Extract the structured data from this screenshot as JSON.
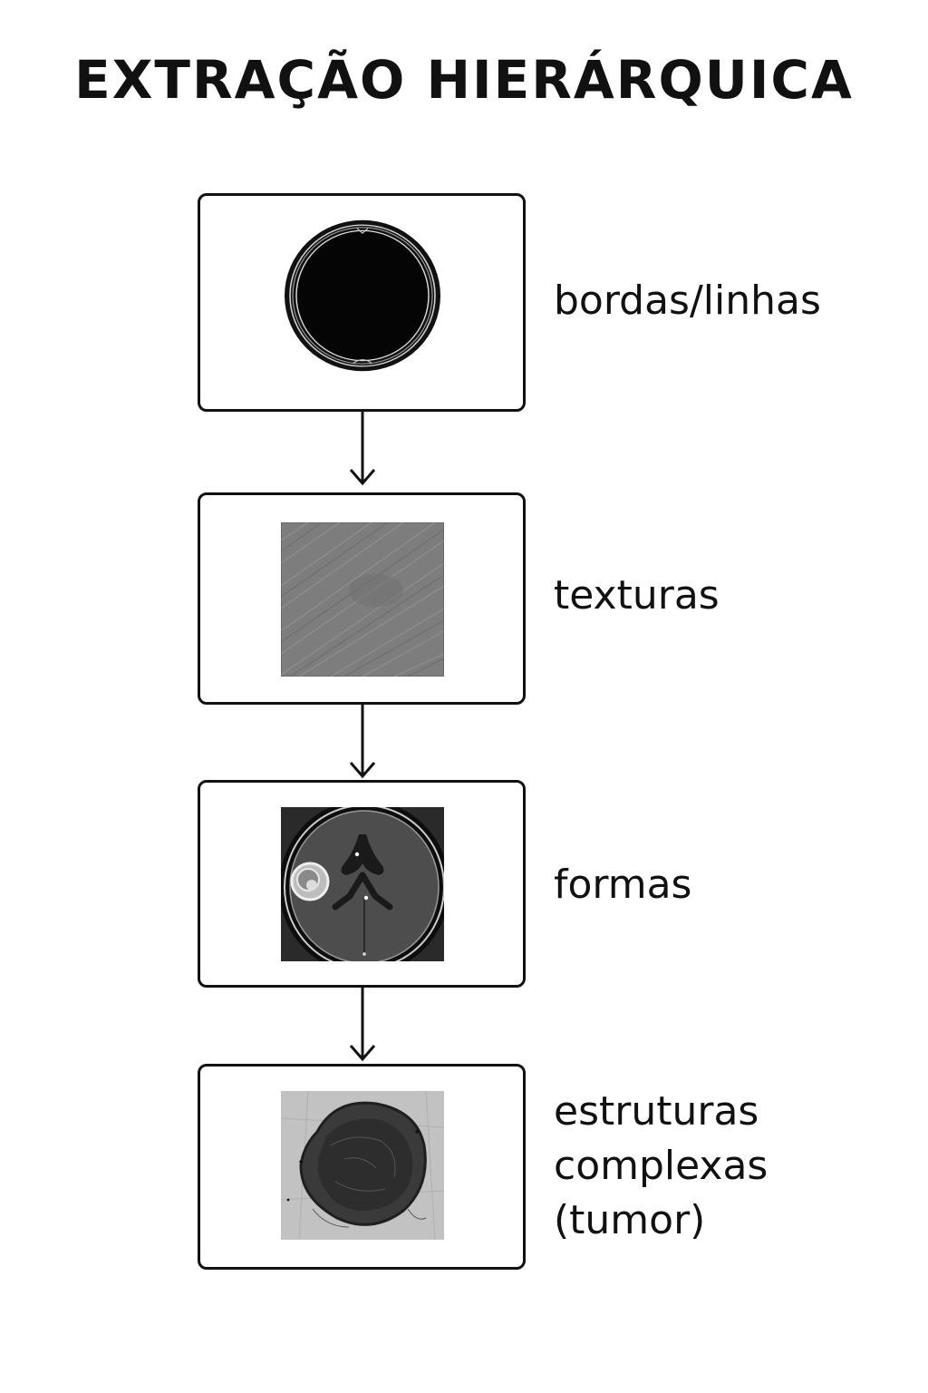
{
  "diagram": {
    "title": "EXTRAÇÃO HIERÁRQUICA",
    "stages": [
      {
        "label": "bordas/linhas",
        "thumbnail_icon": "skull-outline-icon"
      },
      {
        "label": "texturas",
        "thumbnail_icon": "texture-patch-icon"
      },
      {
        "label": "formas",
        "thumbnail_icon": "brain-scan-icon"
      },
      {
        "label": "estruturas\ncomplexas\n(tumor)",
        "thumbnail_icon": "tumor-mass-icon"
      }
    ],
    "colors": {
      "stroke": "#111111",
      "background": "#ffffff"
    }
  }
}
